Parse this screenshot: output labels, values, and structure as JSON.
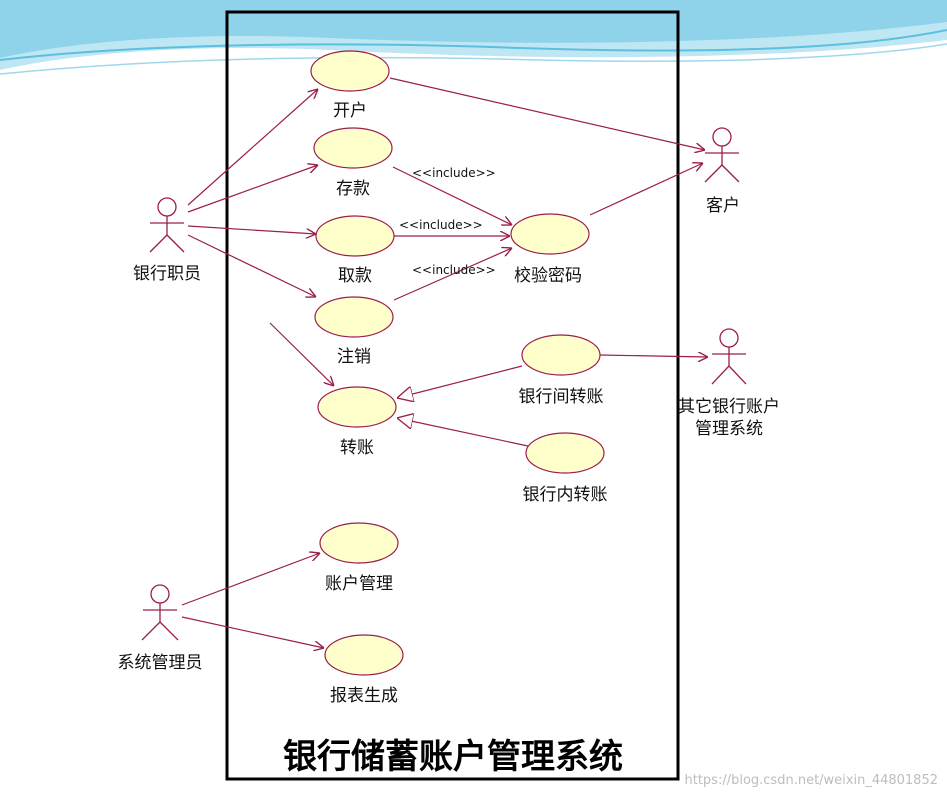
{
  "system": {
    "title": "银行储蓄账户管理系统"
  },
  "actors": {
    "clerk": "银行职员",
    "customer": "客户",
    "other_bank_line1": "其它银行账户",
    "other_bank_line2": "管理系统",
    "admin": "系统管理员"
  },
  "use_cases": {
    "open": "开户",
    "deposit": "存款",
    "withdraw": "取款",
    "close": "注销",
    "verify": "校验密码",
    "transfer": "转账",
    "interbank": "银行间转账",
    "intrabank": "银行内转账",
    "account_mgmt": "账户管理",
    "report": "报表生成"
  },
  "relations": {
    "include_1": "<<include>>",
    "include_2": "<<include>>",
    "include_3": "<<include>>"
  },
  "watermark": "https://blog.csdn.net/weixin_44801852",
  "colors": {
    "ellipse_fill": "#ffffcc",
    "line": "#9b1e4b",
    "frame": "#000000",
    "banner": "#6ec6e2"
  }
}
